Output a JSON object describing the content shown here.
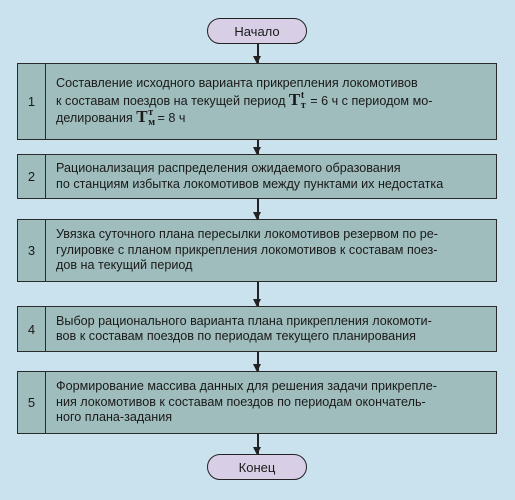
{
  "start": "Начало",
  "end": "Конец",
  "steps": [
    {
      "num": "1",
      "lines": [
        "Составление исходного варианта прикрепления локомотивов",
        "к составам поездов на текущей период",
        "= 6 ч с периодом мо-",
        "делирования",
        "= 8 ч"
      ],
      "symbol_tt": {
        "base": "T",
        "sup": "t",
        "sub": "т"
      },
      "symbol_tm": {
        "base": "T",
        "sup": "т",
        "sub": "м"
      }
    },
    {
      "num": "2",
      "lines": [
        "Рационализация распределения ожидаемого образования",
        "по станциям избытка локомотивов между пунктами их недостатка"
      ]
    },
    {
      "num": "3",
      "lines": [
        "Увязка суточного плана пересылки локомотивов резервом по ре-",
        "гулировке с планом прикрепления локомотивов к составам поез-",
        "дов на текущий период"
      ]
    },
    {
      "num": "4",
      "lines": [
        "Выбор рационального варианта плана прикрепления локомоти-",
        "вов к составам поездов по периодам текущего планирования"
      ]
    },
    {
      "num": "5",
      "lines": [
        "Формирование массива данных для решения задачи прикрепле-",
        "ния локомотивов к составам поездов по периодам окончатель-",
        "ного плана-задания"
      ]
    }
  ],
  "colors": {
    "background": "#c9e2ee",
    "terminator_fill": "#d8cfe6",
    "step_fill": "#9fbdbc",
    "stroke": "#222222"
  }
}
